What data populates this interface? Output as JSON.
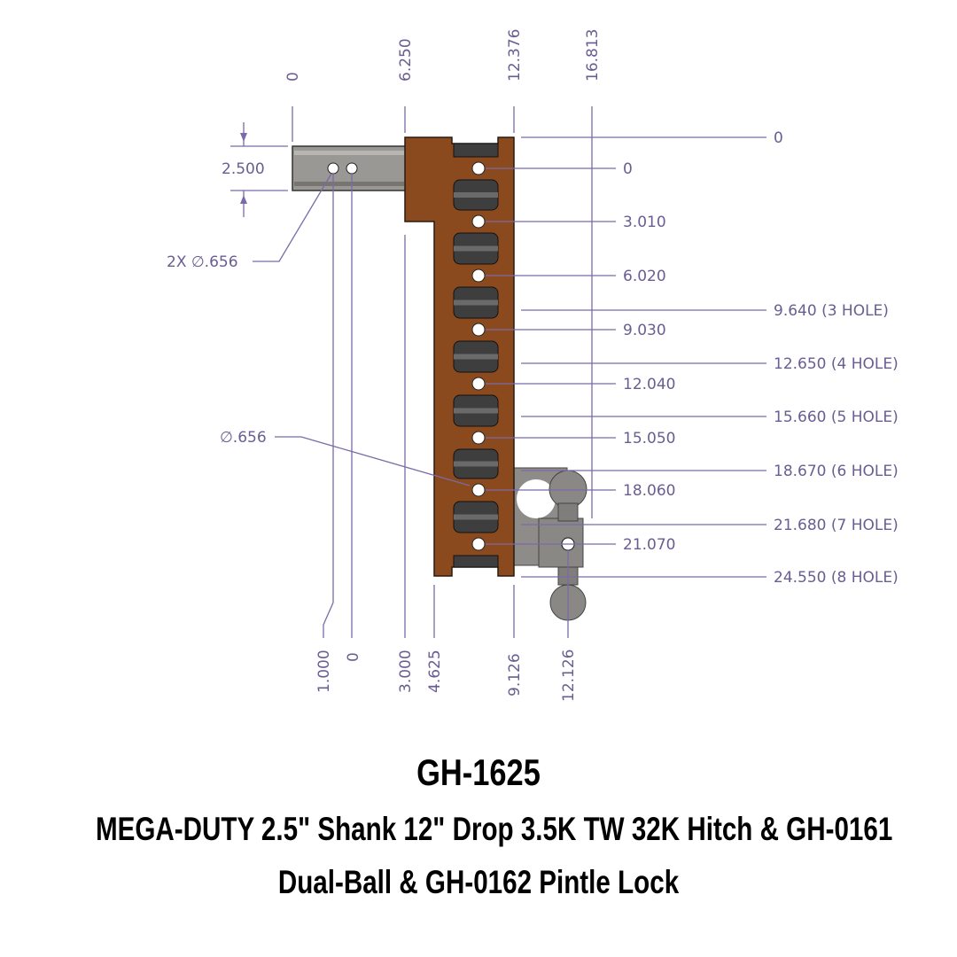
{
  "drawing": {
    "top_dims": [
      "0",
      "6.250",
      "12.376",
      "16.813"
    ],
    "bottom_dims": [
      "1.000",
      "0",
      "3.000",
      "4.625",
      "9.126",
      "12.126"
    ],
    "shank_height": "2.500",
    "shank_holes_note": "2X ∅.656",
    "hole_note": "∅.656",
    "hole_dims": [
      "0",
      "3.010",
      "6.020",
      "9.030",
      "12.040",
      "15.050",
      "18.060",
      "21.070"
    ],
    "position_dims": [
      "0",
      "9.640 (3 HOLE)",
      "12.650 (4 HOLE)",
      "15.660 (5 HOLE)",
      "18.670 (6 HOLE)",
      "21.680 (7 HOLE)",
      "24.550 (8 HOLE)"
    ],
    "colors": {
      "hitch": "#8a4a1e",
      "shank": "#9a9894",
      "dim": "#6a5d92"
    }
  },
  "title": {
    "part_number": "GH-1625",
    "line1": "MEGA-DUTY 2.5\" Shank 12\" Drop 3.5K TW 32K Hitch & GH-0161",
    "line2": "Dual-Ball & GH-0162 Pintle Lock"
  }
}
